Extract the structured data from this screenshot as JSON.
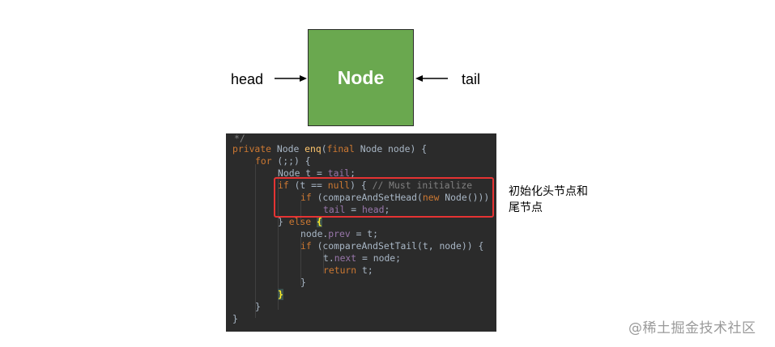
{
  "diagram": {
    "node_label": "Node",
    "head_label": "head",
    "tail_label": "tail",
    "node_color": "#6aa84f"
  },
  "code": {
    "line0": "*/",
    "line1": {
      "kw1": "private",
      "t1": " Node ",
      "fn": "enq",
      "t2": "(",
      "kw2": "final",
      "t3": " Node node) {"
    },
    "line2": {
      "kw": "for",
      "t": " (;;) {"
    },
    "line3": {
      "t1": "Node t = ",
      "fld": "tail",
      "t2": ";"
    },
    "line4": {
      "kw1": "if",
      "t1": " (t == ",
      "kw2": "null",
      "t2": ") { ",
      "cm": "// Must initialize"
    },
    "line5": {
      "kw1": "if",
      "t1": " (compareAndSetHead(",
      "kw2": "new",
      "t2": " Node()))"
    },
    "line6": {
      "fld1": "tail",
      "t1": " = ",
      "fld2": "head",
      "t2": ";"
    },
    "line7": {
      "t1": "} ",
      "kw": "else",
      "t2": " ",
      "brace": "{"
    },
    "line8": {
      "t1": "node.",
      "fld": "prev",
      "t2": " = t;"
    },
    "line9": {
      "kw": "if",
      "t": " (compareAndSetTail(t, node)) {"
    },
    "line10": {
      "t1": "t.",
      "fld": "next",
      "t2": " = node;"
    },
    "line11": {
      "kw": "return",
      "t": " t;"
    },
    "line12": "}",
    "line13": "}",
    "line14": "}",
    "line15": "}"
  },
  "annotation": {
    "line1": "初始化头节点和",
    "line2": "尾节点"
  },
  "watermark": "@稀土掘金技术社区"
}
